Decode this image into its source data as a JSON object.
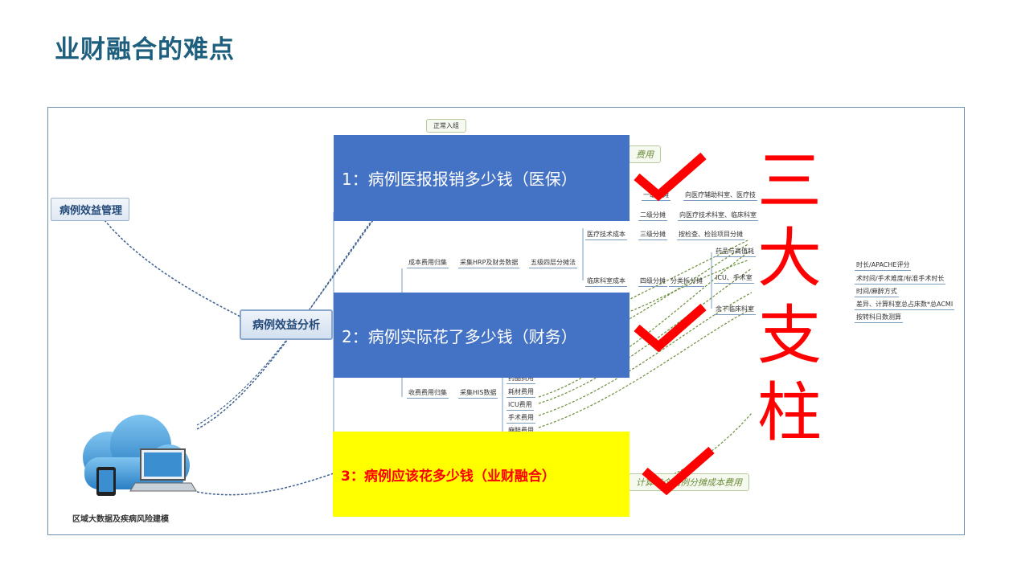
{
  "slide": {
    "title": "业财融合的难点"
  },
  "mindmap": {
    "mgmt_node": "病例效益管理",
    "analysis_node": "病例效益分析",
    "cloud_label": "区域大数据及疾病风险建模",
    "nodes": {
      "normal_group": "正常入组",
      "cost_fragment": "费用",
      "level1": "一级分摊",
      "level1_target": "向医疗辅助科室、医疗技",
      "level2": "二级分摊",
      "level2_target": "向医疗技术科室、临床科室",
      "med_tech_cost": "医疗技术成本",
      "level3": "三级分摊",
      "level3_target": "按检查、检验项目分摊",
      "cost_collect": "成本费用归集",
      "hrp": "采集HRP及财务数据",
      "five_level": "五级四层分摊法",
      "drug_high_value": "药品与高值耗",
      "clinical_cost": "临床科室成本",
      "level4": "四级分摊",
      "split_type": "分类拆分摊",
      "icu_surgery": "ICU、手术室",
      "other_clinical": "余下临床科室",
      "r1": "时长/APACHE评分",
      "r2": "术时间/手术难度/标准手术时长",
      "r3": "时间/麻醉方式",
      "r4": "差异、计算科室总占床数*总ACMI",
      "r5": "按转科日数测算",
      "drug_fee": "药品费用",
      "consumable_fee": "耗材费用",
      "icu_fee": "ICU费用",
      "surgery_fee": "手术费用",
      "anesthesia_fee": "麻醉费用",
      "income_collect": "收费费用归集",
      "his": "采集HIS数据",
      "bottom_green": "计算每个病例分摊成本费用"
    }
  },
  "overlays": {
    "box1": "1：病例医报报销多少钱（医保）",
    "box2": "2：病例实际花了多少钱（财务）",
    "box3": "3：病例应该花多少钱（业财融合）",
    "pillars": [
      "三",
      "大",
      "支",
      "柱"
    ]
  },
  "colors": {
    "title": "#1f5f7e",
    "box_blue": "#4472c4",
    "box_yellow": "#ffff00",
    "red": "#ff0000",
    "connector_blue": "#3d5f8f",
    "connector_green": "#6b8e3a"
  }
}
